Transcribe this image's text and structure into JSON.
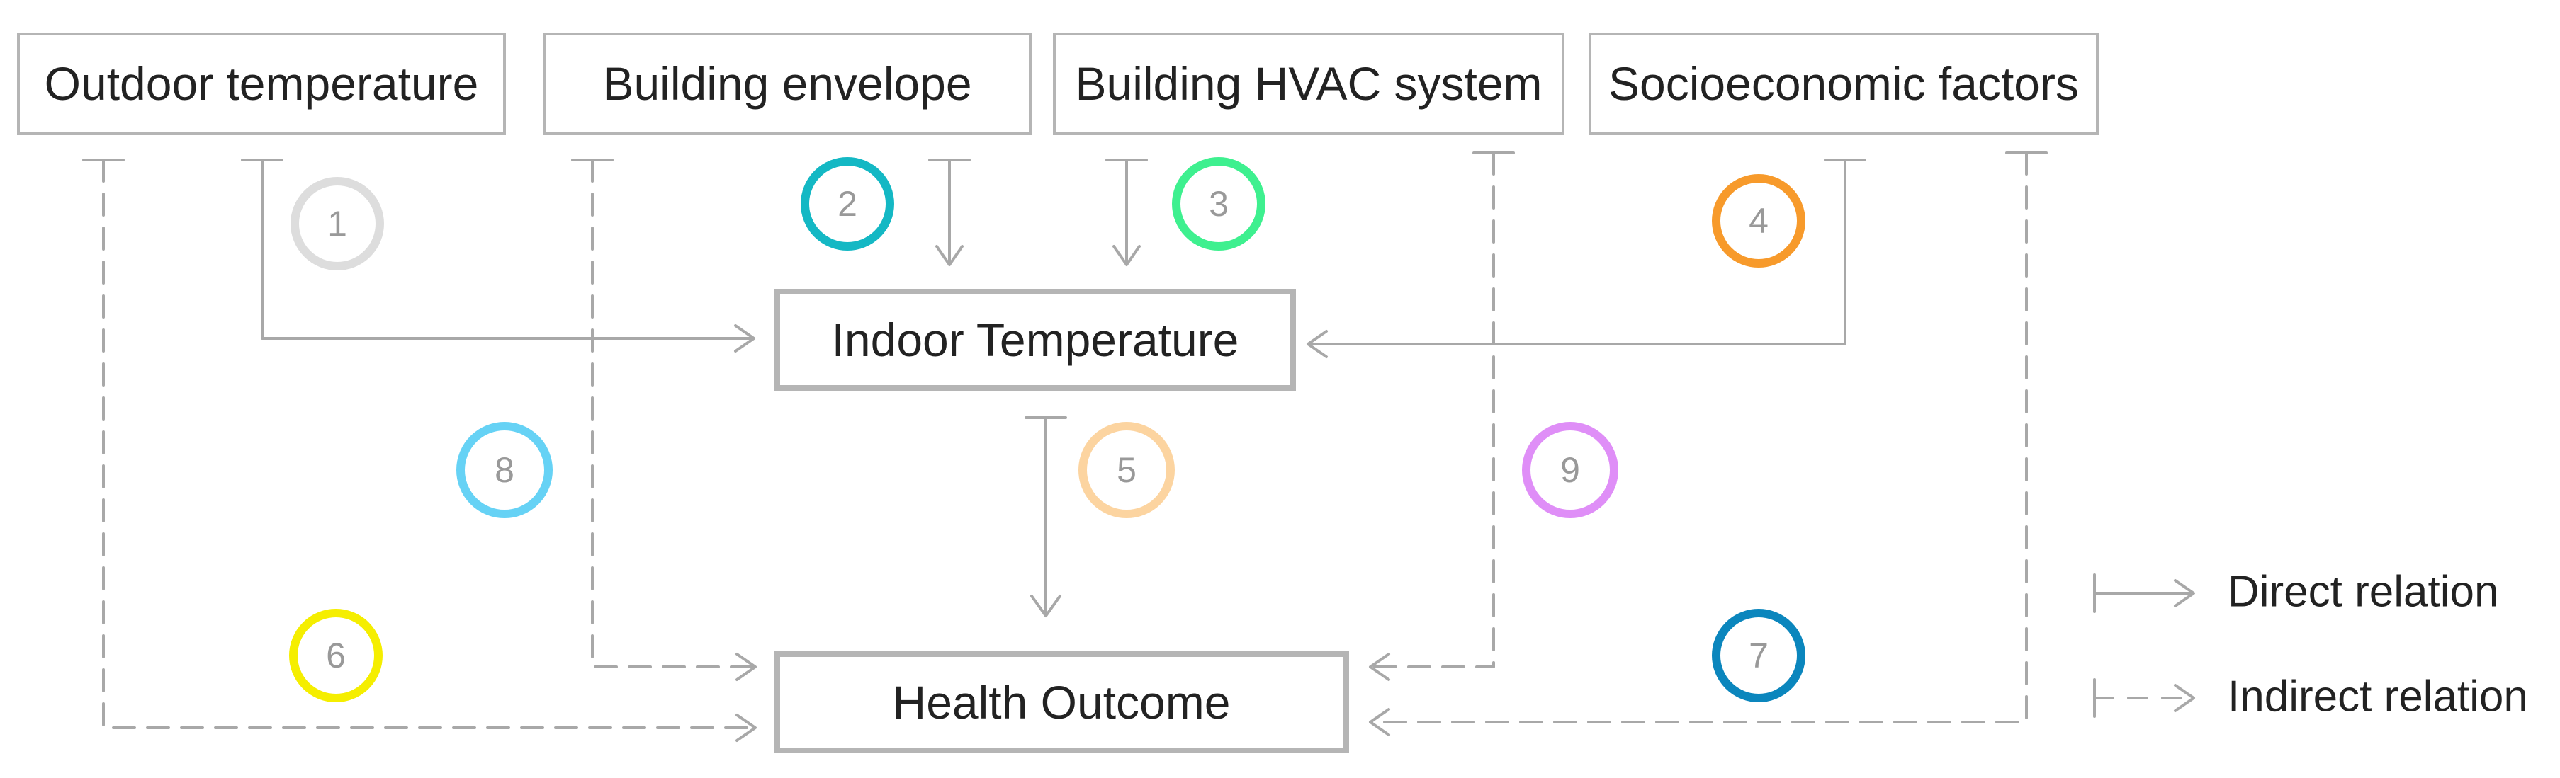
{
  "nodes": {
    "outdoor": "Outdoor temperature",
    "envelope": "Building envelope",
    "hvac": "Building HVAC system",
    "socio": "Socioeconomic factors",
    "indoor": "Indoor Temperature",
    "health": "Health Outcome"
  },
  "markers": [
    {
      "label": "1",
      "color": "#dddddd"
    },
    {
      "label": "2",
      "color": "#14b8c4"
    },
    {
      "label": "3",
      "color": "#3ef08f"
    },
    {
      "label": "4",
      "color": "#f79a2b"
    },
    {
      "label": "5",
      "color": "#fcd4a0"
    },
    {
      "label": "6",
      "color": "#f5ee00"
    },
    {
      "label": "7",
      "color": "#0b86bd"
    },
    {
      "label": "8",
      "color": "#66d2f5"
    },
    {
      "label": "9",
      "color": "#df8ef7"
    }
  ],
  "legend": {
    "direct": "Direct relation",
    "indirect": "Indirect relation"
  },
  "colors": {
    "line": "#a8a8a8",
    "box_border": "#b5b5b5"
  }
}
